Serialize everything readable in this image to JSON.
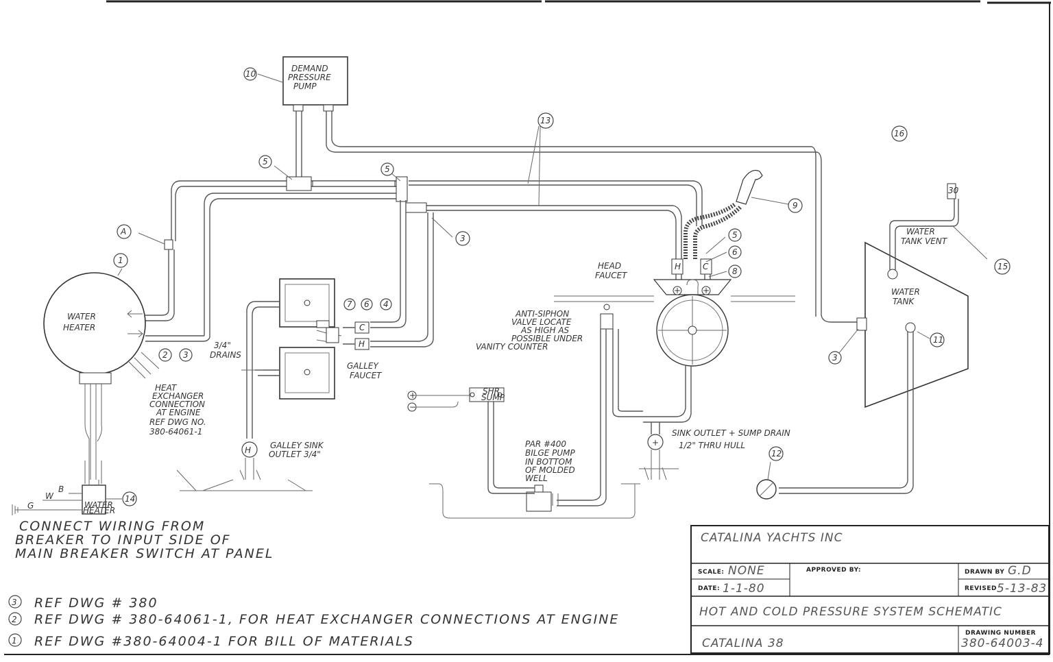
{
  "components": {
    "demand_pump": [
      "DEMAND",
      "PRESSURE",
      "PUMP"
    ],
    "water_heater": [
      "WATER",
      "HEATER"
    ],
    "water_tank": [
      "WATER",
      "TANK"
    ],
    "water_tank_vent": [
      "WATER",
      "TANK VENT"
    ],
    "head_faucet": [
      "HEAD",
      "FAUCET"
    ],
    "galley_faucet": [
      "GALLEY",
      "FAUCET"
    ],
    "galley_sink_outlet": [
      "GALLEY SINK",
      "OUTLET 3/4\""
    ],
    "anti_siphon": [
      "ANTI-SIPHON",
      "VALVE LOCATE",
      "AS HIGH AS",
      "POSSIBLE UNDER",
      "VANITY COUNTER"
    ],
    "bilge_pump": [
      "PAR #400",
      "BILGE PUMP",
      "IN BOTTOM",
      "OF MOLDED",
      "WELL"
    ],
    "sink_outlet": [
      "SINK OUTLET + SUMP DRAIN",
      "1/2\" THRU HULL"
    ],
    "heat_exchanger": [
      "HEAT",
      "EXCHANGER",
      "CONNECTION",
      "AT ENGINE",
      "REF DWG NO.",
      "380-64061-1"
    ],
    "drains": [
      "3/4\"",
      "DRAINS"
    ],
    "shr_sump": [
      "SHR",
      "SUMP"
    ],
    "water_heater_breaker": [
      "WATER",
      "HEATER"
    ]
  },
  "fixture_marks": {
    "hot": "H",
    "cold": "C",
    "plus": "+",
    "minus": "−"
  },
  "wiring": {
    "b": "B",
    "w": "W",
    "g": "G",
    "breaker_label": "30"
  },
  "callouts": {
    "c10": "10",
    "c5a": "5",
    "c5b": "5",
    "c13": "13",
    "c16": "16",
    "cA": "A",
    "c1": "1",
    "c2": "2",
    "c3a": "3",
    "c3b": "3",
    "c3c": "3",
    "c9": "9",
    "c5c": "5",
    "c6a": "6",
    "c8": "8",
    "c7": "7",
    "c6b": "6",
    "c4": "4",
    "c15": "15",
    "c11": "11",
    "c12": "12",
    "c14": "14"
  },
  "wiring_note": [
    "CONNECT WIRING FROM",
    "BREAKER TO INPUT SIDE OF",
    "MAIN BREAKER SWITCH AT PANEL"
  ],
  "ref_notes": [
    {
      "num": "3",
      "text": "REF DWG # 380"
    },
    {
      "num": "2",
      "text": "REF DWG # 380-64061-1, FOR HEAT EXCHANGER CONNECTIONS AT ENGINE"
    },
    {
      "num": "1",
      "text": "REF DWG #380-64004-1 FOR BILL OF MATERIALS"
    }
  ],
  "title_block": {
    "company": "CATALINA YACHTS INC",
    "scale_label": "SCALE:",
    "scale_value": "NONE",
    "approved_label": "APPROVED BY:",
    "drawn_label": "DRAWN BY",
    "drawn_value": "G.D",
    "date_label": "DATE:",
    "date_value": "1-1-80",
    "revised_label": "REVISED",
    "revised_value": "5-13-83",
    "title": "HOT AND COLD PRESSURE SYSTEM SCHEMATIC",
    "model": "CATALINA 38",
    "drawing_number_label": "DRAWING NUMBER",
    "drawing_number": "380-64003-4"
  },
  "colors": {
    "ink": "#333333",
    "paper": "#ffffff"
  }
}
